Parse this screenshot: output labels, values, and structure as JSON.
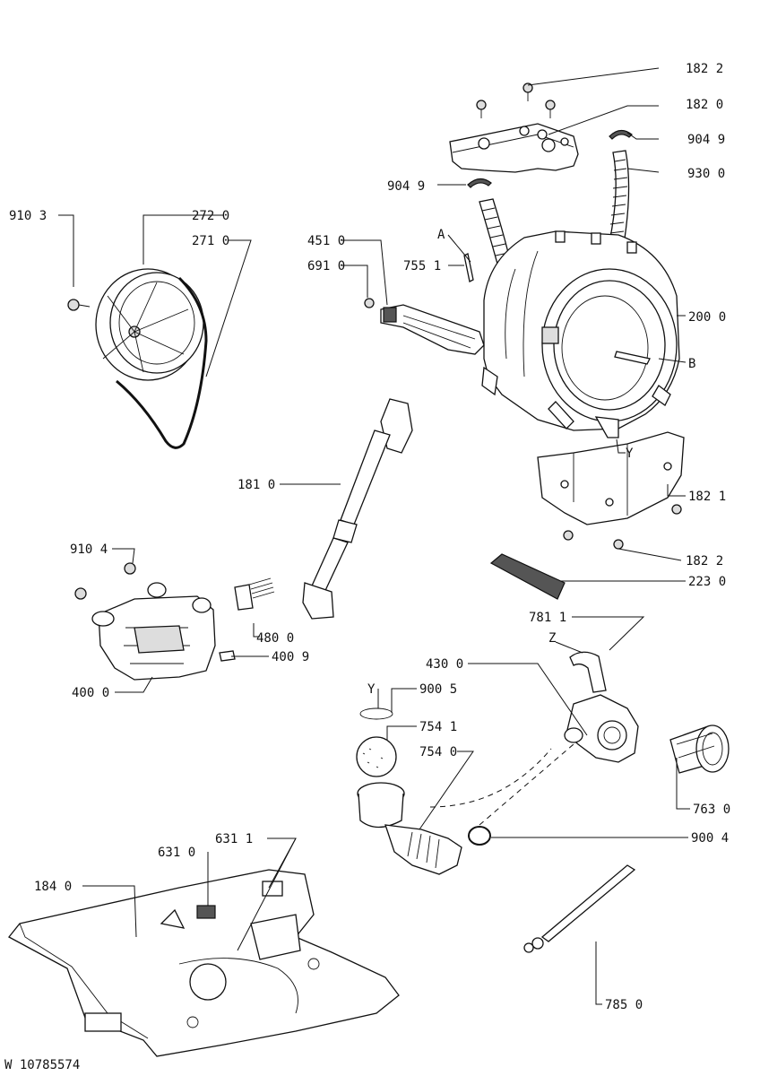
{
  "drawing_number": "W 10785574",
  "labels": {
    "p1822_top": "182 2",
    "p1820": "182 0",
    "p9049_r": "904 9",
    "p9300": "930 0",
    "p9049_l": "904 9",
    "p9103": "910 3",
    "p2720": "272 0",
    "p2710": "271 0",
    "p4510": "451 0",
    "p6910": "691 0",
    "p7551": "755 1",
    "refA": "A",
    "p2000": "200 0",
    "refB": "B",
    "refY_tub": "Y",
    "p1810": "181 0",
    "p1821": "182 1",
    "p9104": "910 4",
    "p1822_bot": "182 2",
    "p2230": "223 0",
    "p4800": "480 0",
    "p4009": "400 9",
    "p4000": "400 0",
    "p7811": "781 1",
    "refZ": "Z",
    "p4300": "430 0",
    "refY_ring": "Y",
    "p9005": "900 5",
    "p7541": "754 1",
    "p7540": "754 0",
    "p7630": "763 0",
    "p9004": "900 4",
    "p6311": "631 1",
    "p6310": "631 0",
    "p1840": "184 0",
    "p7850": "785 0"
  }
}
